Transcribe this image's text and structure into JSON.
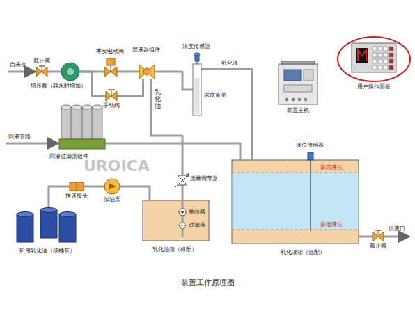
{
  "diagram": {
    "caption": "装置工作原理图",
    "nodes": [
      {
        "text": [
          "截止阀"
        ]
      },
      {
        "text": [
          "增压泵（静水时增加）"
        ]
      },
      {
        "text": [
          "本安电动阀"
        ]
      },
      {
        "text": [
          "手动阀"
        ]
      },
      {
        "text": [
          "混液器组件"
        ]
      },
      {
        "text": [
          "浓度传感器"
        ]
      },
      {
        "text": [
          "浓度监测"
        ]
      },
      {
        "text": [
          "回液过滤器组件"
        ]
      },
      {
        "text": [
          "装置主机"
        ]
      },
      {
        "text": [
          "用户操作面板"
        ]
      },
      {
        "text": [
          "矿用乳化油（或桶装）"
        ]
      },
      {
        "text": [
          "快速接头"
        ]
      },
      {
        "text": [
          "加油泵"
        ]
      },
      {
        "text": [
          "乳化油箱（标配）"
        ]
      },
      {
        "text": [
          "单向阀"
        ],
        "in": 13
      },
      {
        "text": [
          "过滤器"
        ],
        "in": 13
      },
      {
        "text": [
          "流量调节器"
        ]
      },
      {
        "text": [
          "乳化液箱（选配）"
        ]
      },
      {
        "text": [
          "液位传感器"
        ]
      },
      {
        "text": [
          "截止阀"
        ]
      }
    ],
    "edges": [
      {
        "from": 0,
        "to": 1,
        "arrow": "none"
      },
      {
        "from": 1,
        "to": 2,
        "arrow": "none"
      },
      {
        "from": 1,
        "to": 3,
        "arrow": "none"
      },
      {
        "from": 2,
        "to": 4,
        "arrow": "none"
      },
      {
        "from": 3,
        "to": 4,
        "arrow": "none"
      },
      {
        "from": 4,
        "to": 6,
        "arrow": "none"
      },
      {
        "from": 5,
        "to": 6,
        "arrow": "none"
      },
      {
        "from": 6,
        "to": 17,
        "arrow": "none"
      },
      {
        "from": 7,
        "to": 17,
        "arrow": "none"
      },
      {
        "from": 10,
        "to": 11,
        "arrow": "none"
      },
      {
        "from": 11,
        "to": 12,
        "arrow": "none"
      },
      {
        "from": 12,
        "to": 13,
        "arrow": "none"
      },
      {
        "from": 16,
        "to": 4,
        "arrow": "none"
      },
      {
        "from": 16,
        "to": 14,
        "arrow": "none"
      },
      {
        "from": 14,
        "to": 15,
        "arrow": "none"
      },
      {
        "from": 17,
        "to": 19,
        "arrow": "none"
      }
    ],
    "labels": [
      "自来水",
      "乳化液",
      "乳化油",
      "回液管路",
      "最高液位",
      "最低液位",
      "供液口",
      "UROICA"
    ]
  }
}
